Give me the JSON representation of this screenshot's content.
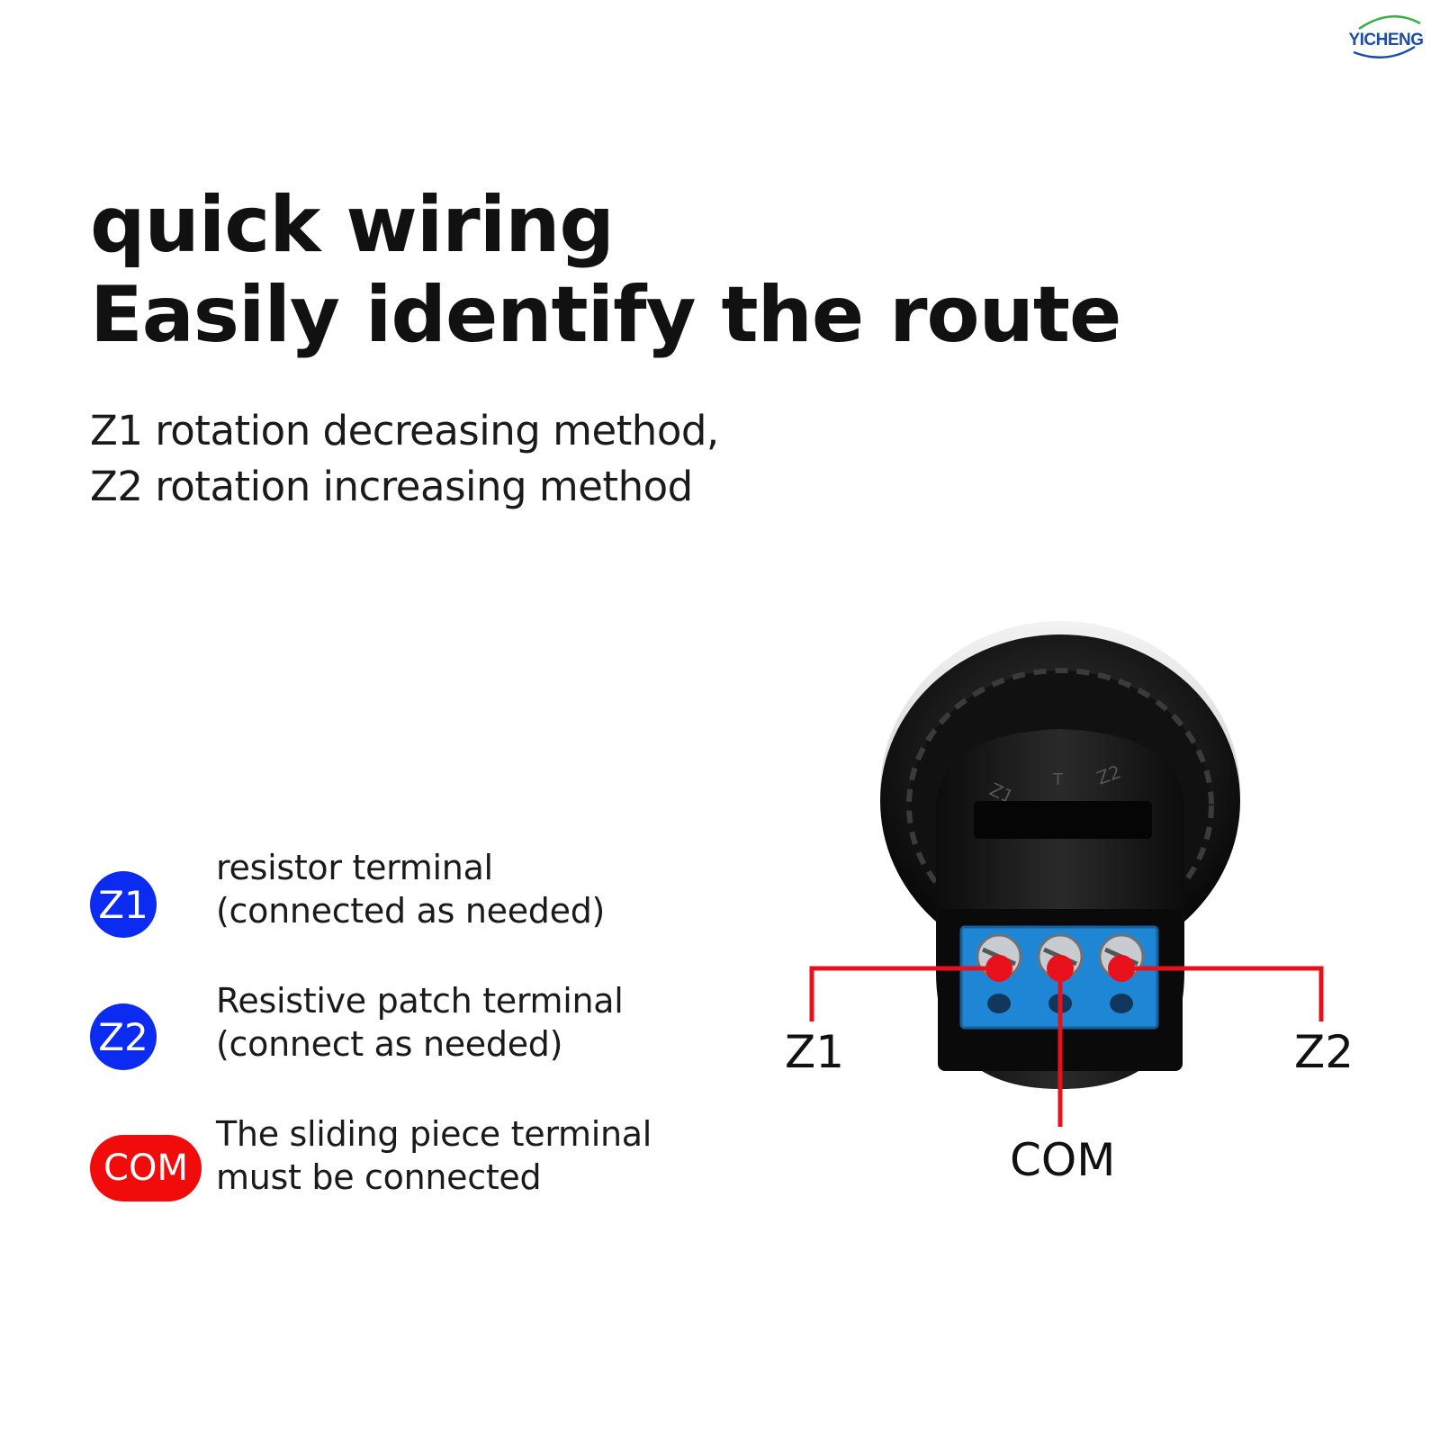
{
  "brand": {
    "logo_text": "YICHENG"
  },
  "header": {
    "title_line1": "quick wiring",
    "title_line2": "Easily identify the route",
    "subtitle_line1": "Z1 rotation decreasing method,",
    "subtitle_line2": "Z2 rotation increasing method"
  },
  "legend": [
    {
      "badge": "Z1",
      "badge_color": "#0b2bf0",
      "line1": "resistor terminal",
      "line2": "(connected as needed)"
    },
    {
      "badge": "Z2",
      "badge_color": "#0b2bf0",
      "line1": "Resistive patch terminal",
      "line2": "(connect as needed)"
    },
    {
      "badge": "COM",
      "badge_color": "#f20b0b",
      "line1": "The sliding piece terminal",
      "line2": "must be connected"
    }
  ],
  "diagram": {
    "labels": {
      "z1": "Z1",
      "com": "COM",
      "z2": "Z2"
    },
    "wire_color": "#e8101a",
    "terminal_block_color": "#1f86d6"
  }
}
